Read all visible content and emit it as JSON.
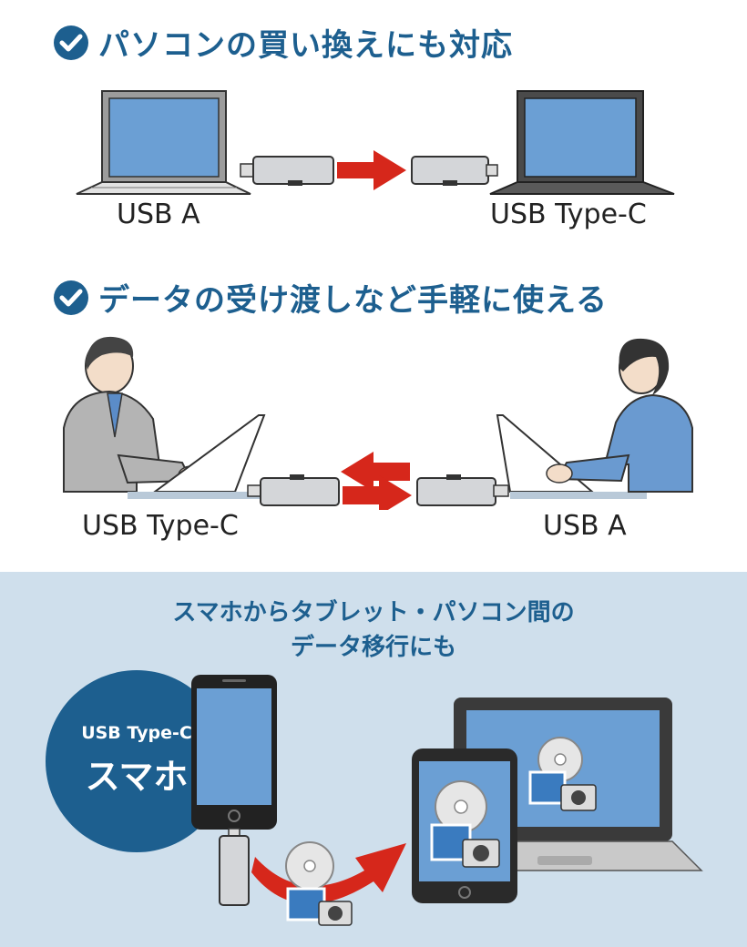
{
  "section1": {
    "heading": "パソコンの買い換えにも対応",
    "left_label": "USB A",
    "right_label": "USB Type-C"
  },
  "section2": {
    "heading": "データの受け渡しなど手軽に使える",
    "left_label": "USB Type-C",
    "right_label": "USB A"
  },
  "section3": {
    "title_line1": "スマホからタブレット・パソコン間の",
    "title_line2": "データ移行にも",
    "badge_line1": "USB Type-C",
    "badge_line2": "スマホ"
  },
  "colors": {
    "accent": "#1d5f8f",
    "panel_bg": "#cfdfec",
    "arrow_red": "#d6271b",
    "screen_blue": "#6b9fd4"
  },
  "icons": [
    "check-circle-icon",
    "check-circle-icon",
    "arrow-right-icon",
    "arrow-left-icon",
    "arrow-right-icon",
    "curved-arrow-icon"
  ]
}
